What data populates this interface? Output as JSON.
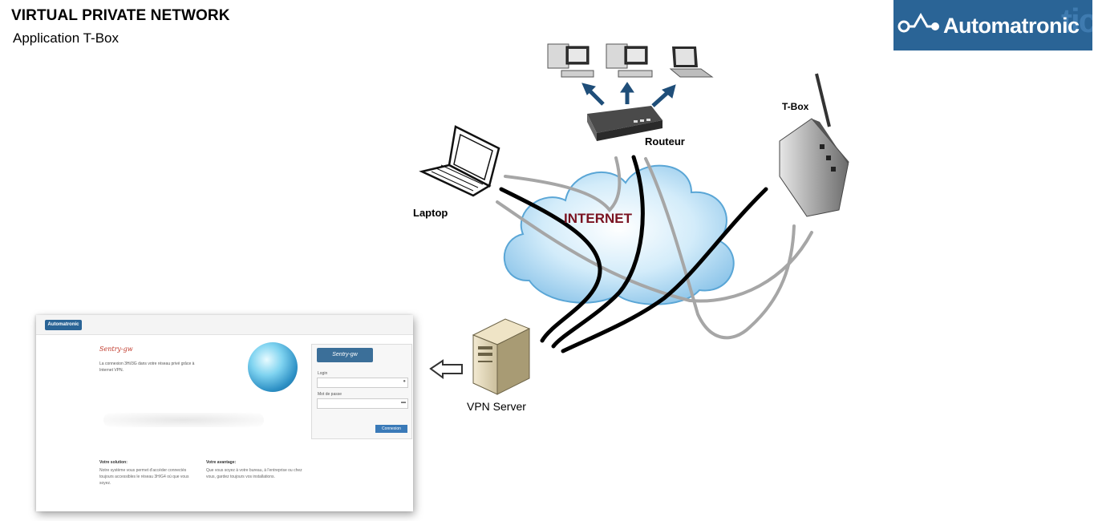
{
  "header": {
    "title": "VIRTUAL PRIVATE NETWORK",
    "subtitle": "Application T-Box",
    "logo_text": "Automatronic"
  },
  "nodes": {
    "laptop": "Laptop",
    "router": "Routeur",
    "tbox": "T-Box",
    "internet": "INTERNET",
    "vpn_server": "VPN Server"
  },
  "web_screenshot": {
    "brand": "Automatronic",
    "app_name": "Sentry-gw",
    "description": "La connexion 3Hi/3G dans votre réseau privé grâce à Internet VPN.",
    "login_logo": "Sentry-gw",
    "login_label": "Login",
    "password_label": "Mot de passe",
    "connect_button": "Connexion",
    "col1_title": "Votre solution:",
    "col1_text": "Notre système vous permet d'accéder connectés toujours accessibles le réseau 3H/G4 où que vous soyez.",
    "col2_title": "Votre avantage:",
    "col2_text": "Que vous soyez à votre bureau, à l'entreprise ou chez vous, gardez toujours vos installations."
  },
  "colors": {
    "logo_bg": "#2a6496",
    "internet_label": "#7a1220",
    "tunnel_black": "#000000",
    "tunnel_gray": "#a6a6a6",
    "cloud_fill": "#bfe3f7"
  }
}
